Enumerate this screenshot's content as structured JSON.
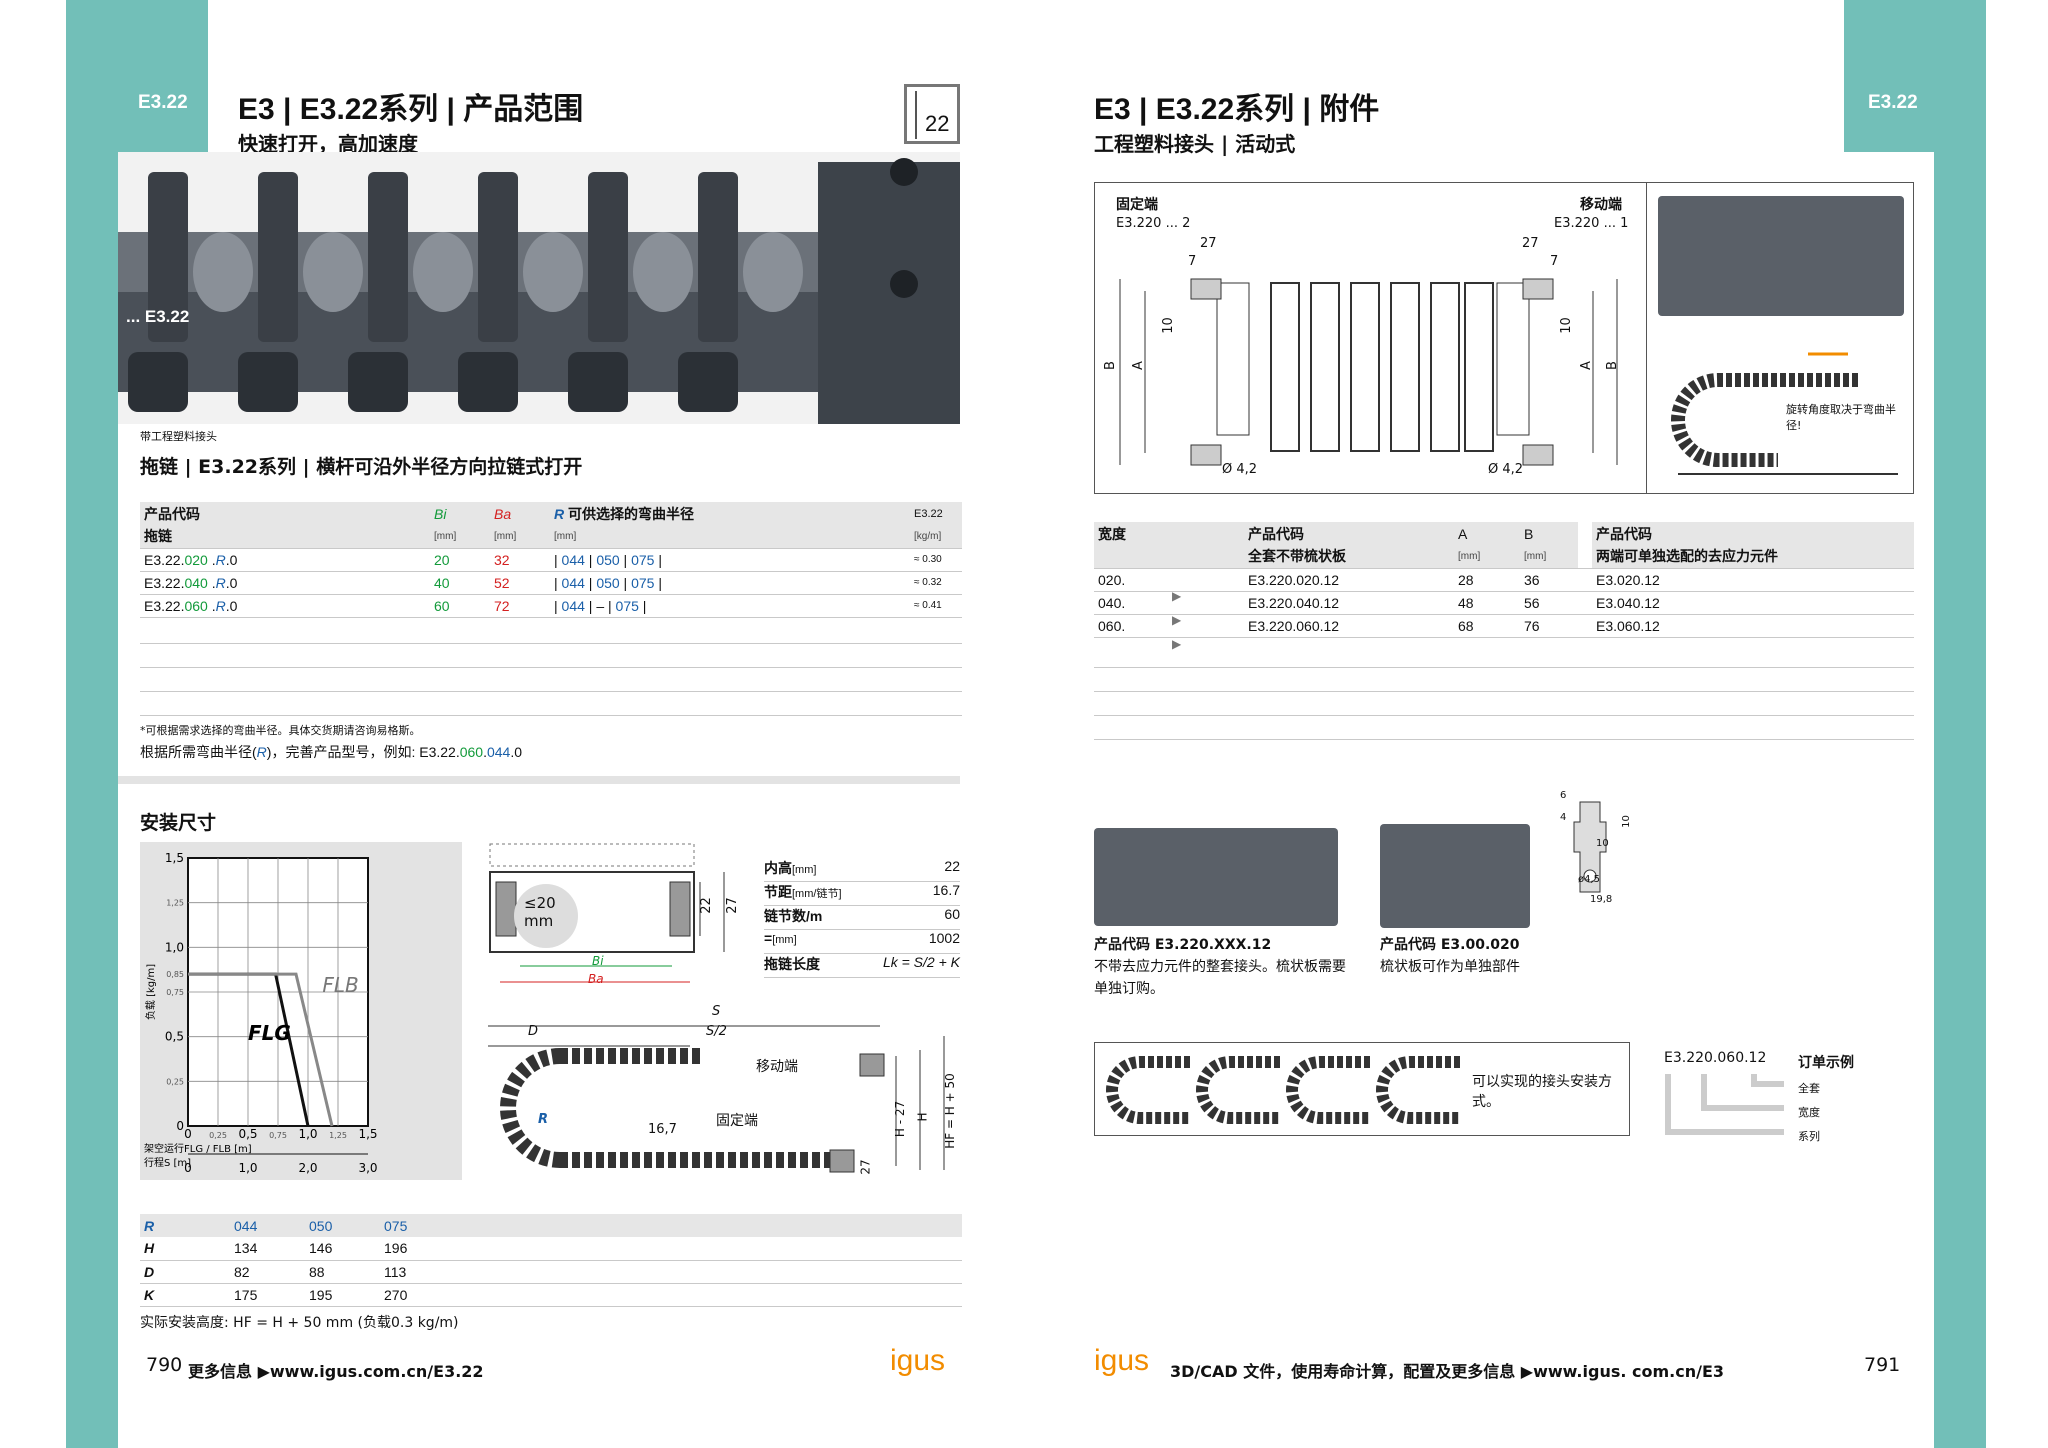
{
  "left": {
    "tab": "E3.22",
    "title": "E3 | E3.22系列 | 产品范围",
    "subtitle": "快速打开，高加速度",
    "badge": "22",
    "photo_label": "... E3.22",
    "photo_caption": "带工程塑料接头",
    "section_title": "拖链 | E3.22系列 | 横杆可沿外半径方向拉链式打开",
    "table": {
      "h_code": "产品代码",
      "h_bi": "Bi",
      "h_ba": "Ba",
      "h_r": "R",
      "h_r_text": " 可供选择的弯曲半径",
      "h_e": "E3.22",
      "u_code": "拖链",
      "u_bi": "[mm]",
      "u_ba": "[mm]",
      "u_r": "[mm]",
      "u_e": "[kg/m]",
      "rows": [
        {
          "pre": "E3.22.",
          "w": "020",
          "mid": " .",
          "r": "R",
          "post": ".0",
          "bi": "20",
          "ba": "32",
          "r1": "044",
          "r2": "050",
          "r3": "075",
          "e": "≈ 0.30"
        },
        {
          "pre": "E3.22.",
          "w": "040",
          "mid": " .",
          "r": "R",
          "post": ".0",
          "bi": "40",
          "ba": "52",
          "r1": "044",
          "r2": "050",
          "r3": "075",
          "e": "≈ 0.32"
        },
        {
          "pre": "E3.22.",
          "w": "060",
          "mid": " .",
          "r": "R",
          "post": ".0",
          "bi": "60",
          "ba": "72",
          "r1": "044",
          "r2": "–",
          "r3": "075",
          "e": "≈ 0.41"
        }
      ]
    },
    "footnote": "*可根据需求选择的弯曲半径。具体交货期请咨询易格斯。",
    "example_a": "根据所需弯曲半径(",
    "example_r": "R",
    "example_b": ")，完善产品型号，例如: E3.22.",
    "example_w": "060",
    "example_dot": ".",
    "example_rv": "044",
    "example_end": ".0",
    "install_title": "安装尺寸",
    "specs": [
      {
        "k": "内高",
        "u": "[mm]",
        "v": "22"
      },
      {
        "k": "节距",
        "u": "[mm/链节]",
        "v": "16.7"
      },
      {
        "k": "链节数/m",
        "u": "",
        "v": "60"
      },
      {
        "k": "=",
        "u": "[mm]",
        "v": "1002"
      },
      {
        "k": "拖链长度",
        "u": "",
        "v": "Lk = S/2 + K"
      }
    ],
    "cross": {
      "r20": "≤20",
      "mm": "mm",
      "bi": "Bi",
      "ba": "Ba",
      "d22": "22",
      "d27": "27"
    },
    "side": {
      "s": "S",
      "s2": "S/2",
      "d": "D",
      "moving": "移动端",
      "fixed": "固定端",
      "r": "R",
      "pitch": "16,7",
      "d27": "27",
      "h27": "H - 27",
      "h": "H",
      "hf": "HF = H + 50"
    },
    "dims": {
      "h_r": "R",
      "cols": [
        "044",
        "050",
        "075"
      ],
      "rows": [
        {
          "k": "H",
          "v": [
            "134",
            "146",
            "196"
          ]
        },
        {
          "k": "D",
          "v": [
            "82",
            "88",
            "113"
          ]
        },
        {
          "k": "K",
          "v": [
            "175",
            "195",
            "270"
          ]
        }
      ]
    },
    "height_note": "实际安装高度: HF = H + 50 mm (负载0.3 kg/m)",
    "page_num": "790",
    "more": "更多信息 ▶www.igus.com.cn/E3.22",
    "logo": "igus"
  },
  "chart_data": {
    "type": "line",
    "ylabel": "负载 [kg/m]",
    "xlabel": "架空运行FLG / FLB [m]",
    "xlabel2": "行程S [m]",
    "xlim": [
      0,
      1.5
    ],
    "ylim": [
      0,
      1.5
    ],
    "xticks_major": [
      "0",
      "0,5",
      "1,0",
      "1,5"
    ],
    "xticks_minor": [
      "0,25",
      "0,75",
      "1,25"
    ],
    "yticks_major": [
      "0",
      "0,5",
      "1,0",
      "1,5"
    ],
    "yticks_minor": [
      "0,25",
      "0,75",
      "1,25"
    ],
    "y_extra": "0,85",
    "x2ticks": [
      "0",
      "1,0",
      "2,0",
      "3,0"
    ],
    "series": [
      {
        "name": "FLG",
        "x": [
          0,
          0.73,
          1.0
        ],
        "y": [
          0.85,
          0.85,
          0
        ]
      },
      {
        "name": "FLB",
        "x": [
          0,
          0.9,
          1.2
        ],
        "y": [
          0.85,
          0.85,
          0
        ]
      }
    ]
  },
  "right": {
    "tab": "E3.22",
    "title": "E3 | E3.22系列 | 附件",
    "subtitle": "工程塑料接头 | 活动式",
    "drawing": {
      "fixed": "固定端",
      "fixed_code": "E3.220 ... 2",
      "moving": "移动端",
      "moving_code": "E3.220 ... 1",
      "d27a": "27",
      "d7a": "7",
      "d27b": "27",
      "d7b": "7",
      "d10a": "10",
      "d10b": "10",
      "a": "A",
      "b": "B",
      "phi_a": "Ø 4,2",
      "phi_b": "Ø 4,2"
    },
    "rotate_note": "旋转角度取决于弯曲半径!",
    "table": {
      "h_w": "宽度",
      "h_code": "产品代码",
      "h_a": "A",
      "h_b": "B",
      "h_code2": "产品代码",
      "u_code": "全套不带梳状板",
      "u_a": "[mm]",
      "u_b": "[mm]",
      "u_code2": "两端可单独选配的去应力元件",
      "rows": [
        {
          "w": "020.",
          "code": "E3.220.020.12",
          "a": "28",
          "b": "36",
          "code2": "E3.020.12"
        },
        {
          "w": "040.",
          "code": "E3.220.040.12",
          "a": "48",
          "b": "56",
          "code2": "E3.040.12"
        },
        {
          "w": "060.",
          "code": "E3.220.060.12",
          "a": "68",
          "b": "76",
          "code2": "E3.060.12"
        }
      ]
    },
    "acc1_code": "产品代码 E3.220.XXX.12",
    "acc1_desc": "不带去应力元件的整套接头。梳状板需要单独订购。",
    "acc2_code": "产品代码 E3.00.020",
    "acc2_desc": "梳状板可作为单独部件",
    "comb": {
      "d6": "6",
      "d4": "4",
      "d10": "10",
      "d10b": "10",
      "phi": "ø4,5",
      "d198": "19,8"
    },
    "mount_note": "可以实现的接头安装方式。",
    "order": {
      "code": "E3.220.060.12",
      "title": "订单示例",
      "full": "全套",
      "width": "宽度",
      "series": "系列"
    },
    "footer": "3D/CAD 文件，使用寿命计算，配置及更多信息 ▶www.igus. com.cn/E3",
    "page_num": "791",
    "logo": "igus"
  }
}
